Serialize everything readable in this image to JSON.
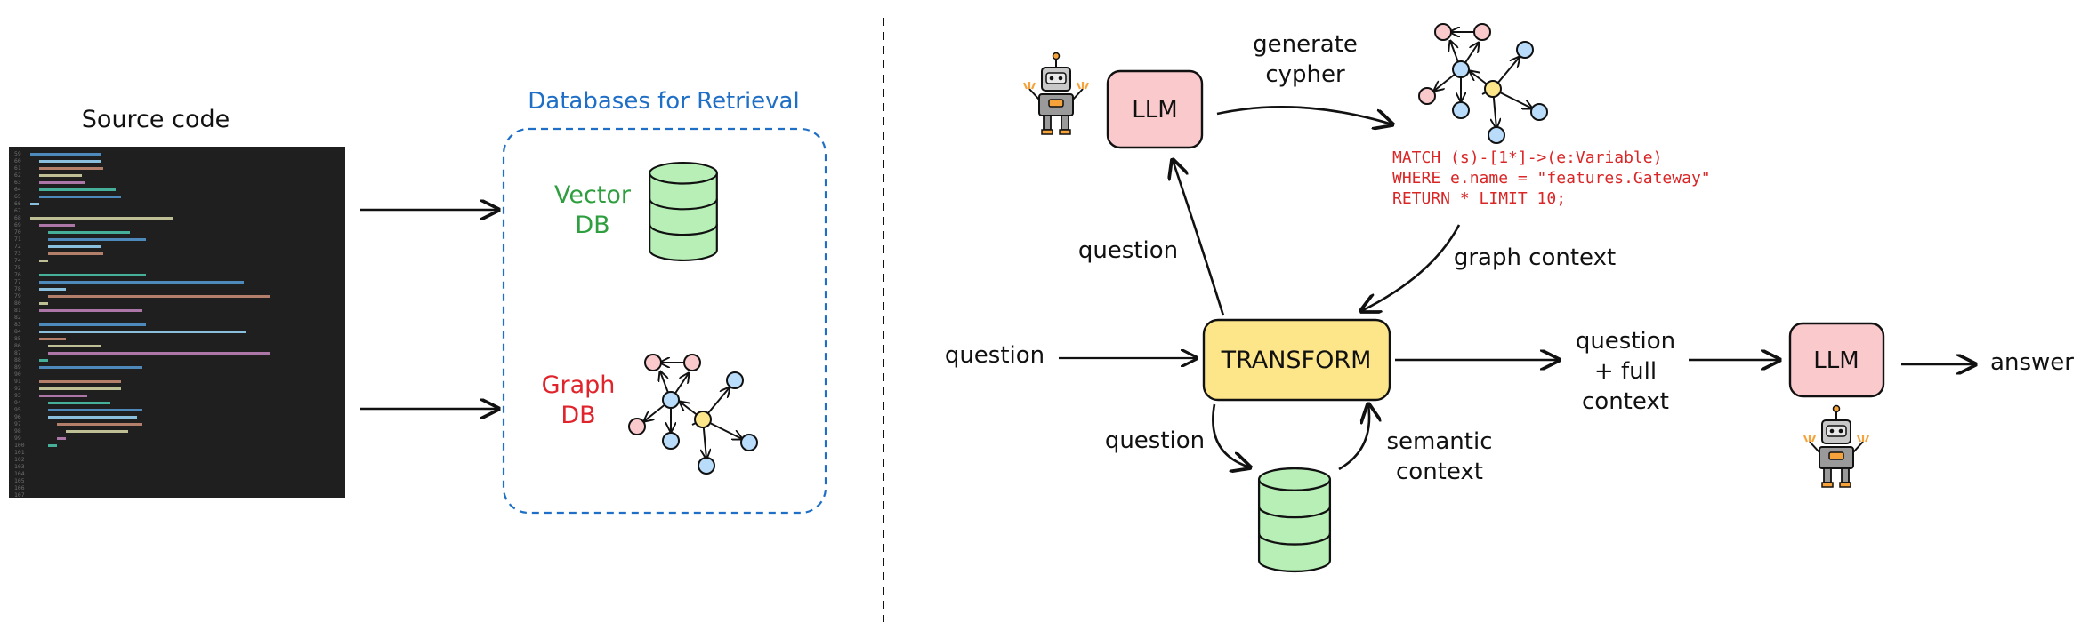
{
  "left": {
    "source_code_title": "Source code",
    "databases_title": "Databases for Retrieval",
    "vector_db_label": [
      "Vector",
      "DB"
    ],
    "graph_db_label": [
      "Graph",
      "DB"
    ],
    "code_line_numbers": [
      "59",
      "60",
      "61",
      "62",
      "63",
      "64",
      "65",
      "66",
      "67",
      "68",
      "69",
      "70",
      "71",
      "72",
      "73",
      "74",
      "75",
      "76",
      "77",
      "78",
      "79",
      "80",
      "81",
      "82",
      "83",
      "84",
      "85",
      "86",
      "87",
      "88",
      "89",
      "90",
      "91",
      "92",
      "93",
      "94",
      "95",
      "96",
      "97",
      "98",
      "99",
      "100",
      "101",
      "102",
      "103",
      "104",
      "105",
      "106",
      "107"
    ]
  },
  "right": {
    "llm_label": "LLM",
    "generate_cypher_label": [
      "generate",
      "cypher"
    ],
    "cypher_query": [
      "MATCH (s)-[1*]->(e:Variable)",
      "WHERE e.name = \"features.Gateway\"",
      "RETURN * LIMIT 10;"
    ],
    "graph_context_label": "graph context",
    "question_label": "question",
    "transform_label": "TRANSFORM",
    "question_full_context_label": [
      "question",
      "+ full",
      "context"
    ],
    "answer_label": "answer",
    "semantic_context_label": [
      "semantic",
      "context"
    ]
  },
  "colors": {
    "vector_green": "#2e9e3e",
    "graph_red": "#e0242c",
    "blue_title": "#1f6fc6",
    "llm_fill": "#f9c9cc",
    "transform_fill": "#fde68a",
    "db_fill": "#b7efb7",
    "node_blue": "#b9dcfa",
    "node_pink": "#f9c9cc",
    "node_yellow": "#fde68a",
    "cypher_red": "#d92626"
  }
}
